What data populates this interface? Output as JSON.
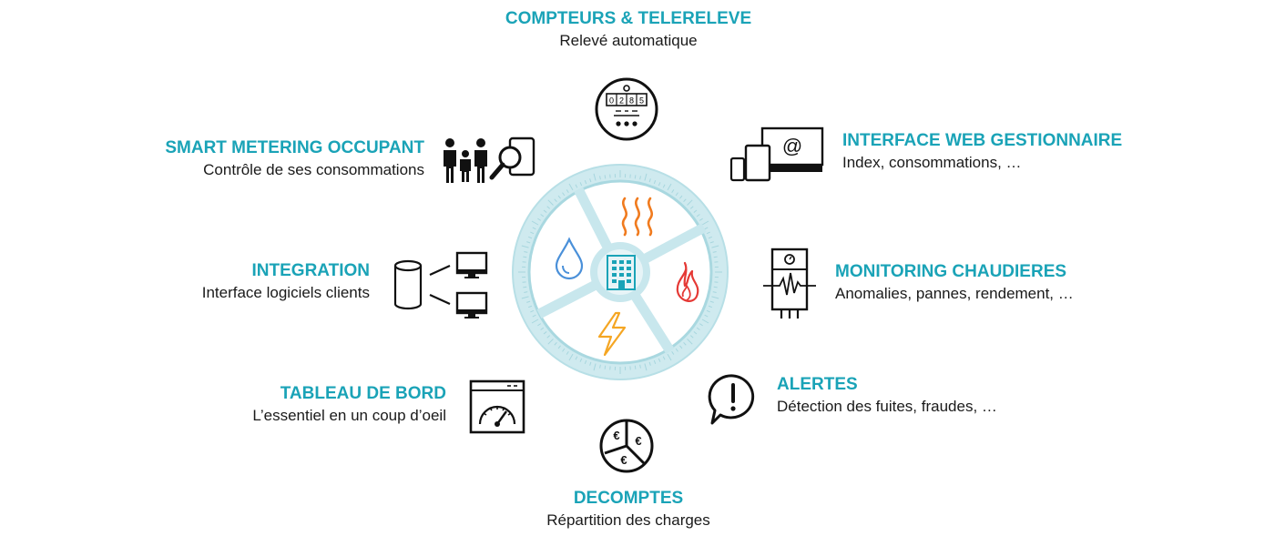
{
  "colors": {
    "accent": "#1aa3b7",
    "wheel": "#bfe4ea",
    "water": "#4a90d9",
    "heat": "#f07b1f",
    "flame": "#e53935",
    "power": "#f5a623",
    "building": "#1aa3b7"
  },
  "features": {
    "compteurs": {
      "title": "COMPTEURS & TELERELEVE",
      "subtitle": "Relevé automatique",
      "icon": "meter-icon"
    },
    "smart_metering": {
      "title": "SMART METERING OCCUPANT",
      "subtitle": "Contrôle de ses consommations",
      "icon": "family-magnifier-icon"
    },
    "interface_web": {
      "title": "INTERFACE WEB GESTIONNAIRE",
      "subtitle": "Index, consommations, …",
      "icon": "devices-icon"
    },
    "integration": {
      "title": "INTEGRATION",
      "subtitle": "Interface logiciels clients",
      "icon": "database-monitors-icon"
    },
    "monitoring": {
      "title": "MONITORING CHAUDIERES",
      "subtitle": "Anomalies, pannes, rendement, …",
      "icon": "boiler-icon"
    },
    "tableau": {
      "title": "TABLEAU DE BORD",
      "subtitle": "L’essentiel en un coup d’oeil",
      "icon": "dashboard-gauge-icon"
    },
    "alertes": {
      "title": "ALERTES",
      "subtitle": "Détection des fuites, fraudes, …",
      "icon": "alert-bubble-icon"
    },
    "decomptes": {
      "title": "DECOMPTES",
      "subtitle": "Répartition des charges",
      "icon": "euro-pie-icon"
    }
  },
  "meter_digits": [
    "0",
    "2",
    "8",
    "5"
  ]
}
